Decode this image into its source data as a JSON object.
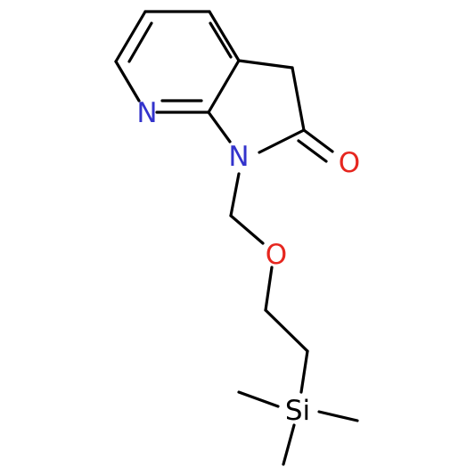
{
  "molecule": {
    "atoms": [
      {
        "symbol": "N",
        "color": "#3333cc"
      },
      {
        "symbol": "N",
        "color": "#3333cc"
      },
      {
        "symbol": "O",
        "color": "#e6261f"
      },
      {
        "symbol": "O",
        "color": "#e6261f"
      },
      {
        "symbol": "Si",
        "color": "#000000"
      }
    ],
    "bond_color": "#000000"
  }
}
